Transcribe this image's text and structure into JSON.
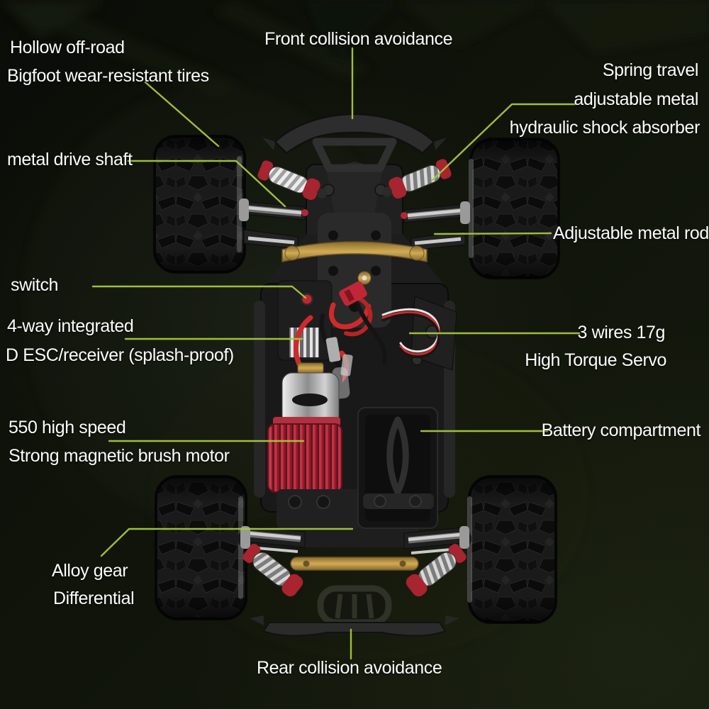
{
  "labels": {
    "tires": {
      "line1": "Hollow off-road",
      "line2": "Bigfoot wear-resistant tires"
    },
    "front_bumper": {
      "line1": "Front collision avoidance"
    },
    "shock": {
      "line1": "Spring travel",
      "line2": "adjustable metal",
      "line3": "hydraulic shock absorber"
    },
    "drive_shaft": {
      "line1": "metal drive shaft"
    },
    "metal_rod": {
      "line1": "Adjustable metal rod"
    },
    "switch": {
      "line1": "switch"
    },
    "esc": {
      "line1": "4-way integrated",
      "line2": "D ESC/receiver (splash-proof)"
    },
    "servo": {
      "line1": "3 wires 17g",
      "line2": "High Torque Servo"
    },
    "motor": {
      "line1": "550 high speed",
      "line2": "Strong magnetic brush motor"
    },
    "battery": {
      "line1": "Battery compartment"
    },
    "differential": {
      "line1": "Alloy gear",
      "line2": "Differential"
    },
    "rear_bumper": {
      "line1": "Rear collision avoidance"
    }
  },
  "colors": {
    "background": "#0f130a",
    "label_text": "#fcfcfc",
    "callout_line": "#a6c73d",
    "shock_red": "#a8242e",
    "heatsink_red": "#9e2230",
    "brass_gold": "#b5923f",
    "tire_black": "#181818"
  }
}
